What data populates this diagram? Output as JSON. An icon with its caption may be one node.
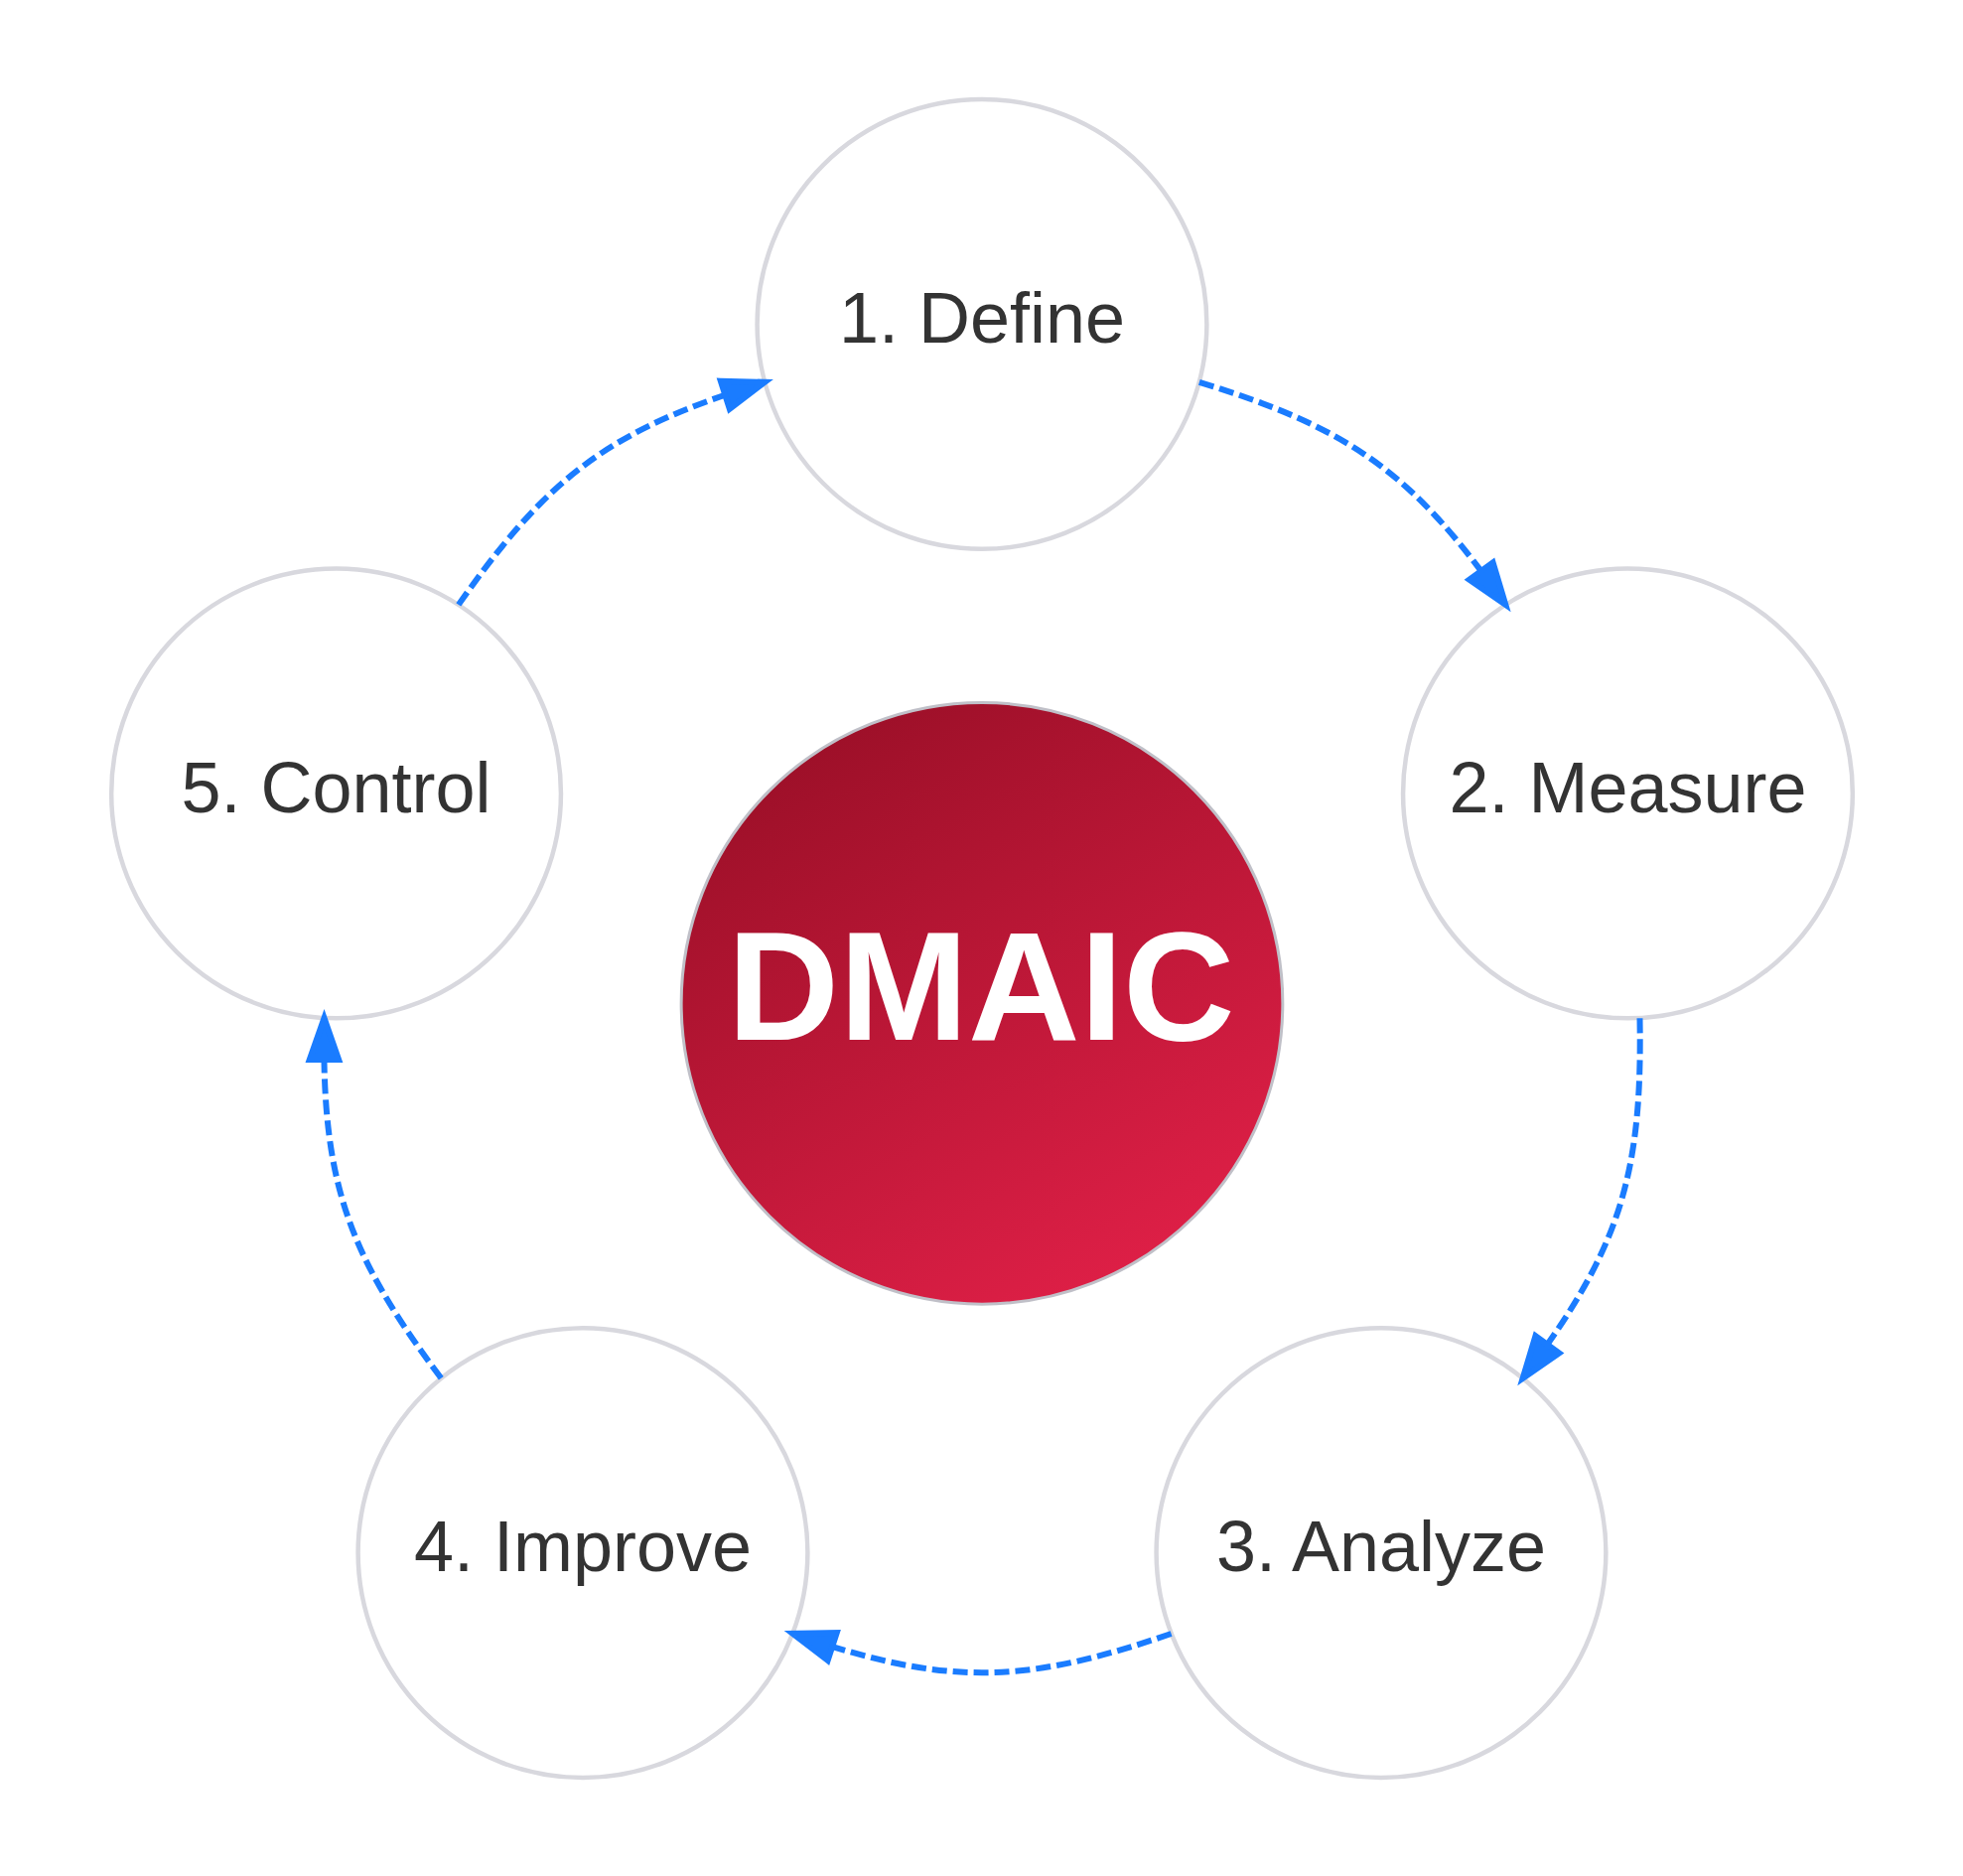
{
  "diagram": {
    "nodes": [
      {
        "text": [
          "1. Define"
        ]
      },
      {
        "text": [
          "2. Measure"
        ]
      },
      {
        "text": [
          "3. Analyze"
        ]
      },
      {
        "text": [
          "4. Improve"
        ]
      },
      {
        "text": [
          "5. Control"
        ]
      },
      {
        "text": [
          "DMAIC"
        ]
      }
    ],
    "edges": [
      {
        "from": 0,
        "to": 1,
        "arrow": "to",
        "style": "dashed"
      },
      {
        "from": 1,
        "to": 2,
        "arrow": "to",
        "style": "dashed"
      },
      {
        "from": 2,
        "to": 3,
        "arrow": "to",
        "style": "dashed"
      },
      {
        "from": 3,
        "to": 4,
        "arrow": "to",
        "style": "dashed"
      },
      {
        "from": 4,
        "to": 0,
        "arrow": "to",
        "style": "dashed"
      }
    ]
  }
}
